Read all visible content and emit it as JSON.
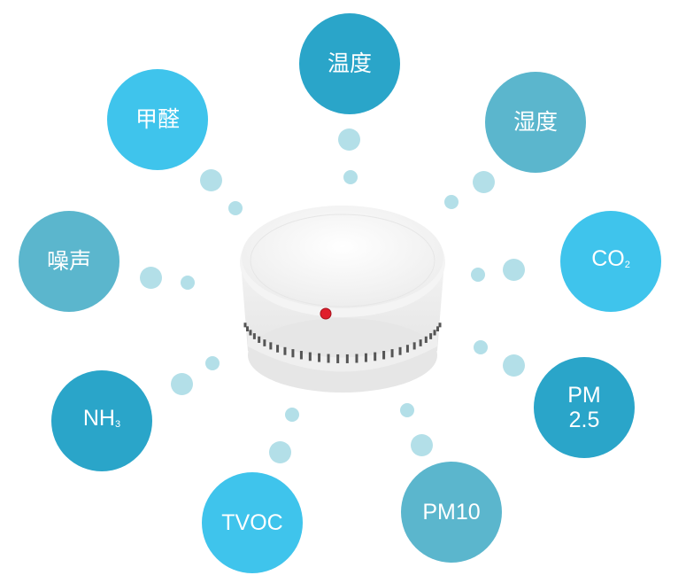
{
  "colors": {
    "dark": "#2aa5c9",
    "bright": "#3fc4ec",
    "muted": "#5bb6cd",
    "dot": "#b3dfe8",
    "led": "#e01e2c"
  },
  "sensors": [
    {
      "id": "temperature",
      "label": "温度",
      "color": "dark"
    },
    {
      "id": "formaldehyde",
      "label": "甲醛",
      "color": "bright"
    },
    {
      "id": "humidity",
      "label": "湿度",
      "color": "muted"
    },
    {
      "id": "noise",
      "label": "噪声",
      "color": "muted"
    },
    {
      "id": "co2",
      "label": "CO",
      "sub": "2",
      "color": "bright"
    },
    {
      "id": "nh3",
      "label": "NH",
      "sub": "3",
      "color": "dark"
    },
    {
      "id": "pm25",
      "label": "PM",
      "line2": "2.5",
      "color": "dark"
    },
    {
      "id": "tvoc",
      "label": "TVOC",
      "color": "bright"
    },
    {
      "id": "pm10",
      "label": "PM10",
      "color": "muted"
    }
  ]
}
